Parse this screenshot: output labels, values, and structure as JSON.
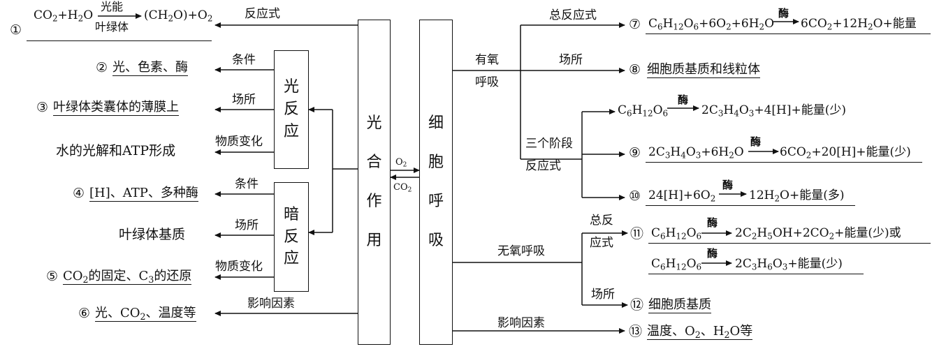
{
  "boxes": {
    "photosynthesis": [
      "光",
      "合",
      "作",
      "用"
    ],
    "respiration": [
      "细",
      "胞",
      "呼",
      "吸"
    ],
    "light_reaction": [
      "光",
      "反",
      "应"
    ],
    "dark_reaction": [
      "暗",
      "反",
      "应"
    ]
  },
  "gases": {
    "o2": "O2",
    "co2": "CO2"
  },
  "left": {
    "reaction_label": "反应式",
    "n1": "①",
    "eq1_left": "CO2+H2O",
    "eq1_over": "光能",
    "eq1_under": "叶绿体",
    "eq1_right": "(CH2O)+O2",
    "light": {
      "cond_label": "条件",
      "n2": "②",
      "cond": "光、色素、酶",
      "site_label": "场所",
      "n3": "③",
      "site": "叶绿体类囊体的薄膜上",
      "change_label": "物质变化",
      "change": "水的光解和ATP形成"
    },
    "dark": {
      "cond_label": "条件",
      "n4": "④",
      "cond": "[H]、ATP、多种酶",
      "site_label": "场所",
      "site": "叶绿体基质",
      "change_label": "物质变化",
      "n5": "⑤",
      "change": "CO2的固定、C3的还原"
    },
    "factor_label": "影响因素",
    "n6": "⑥",
    "factor": "光、CO2、温度等"
  },
  "right": {
    "aerobic_label_1": "有氧",
    "aerobic_label_2": "呼吸",
    "total_label": "总反应式",
    "n7": "⑦",
    "eq7_left": "C6H12O6+6O2+6H2O",
    "eq7_right": "6CO2+12H2O+能量",
    "enzyme": "酶",
    "site_label": "场所",
    "n8": "⑧",
    "site": "细胞质基质和线粒体",
    "stages_label_1": "三个阶段",
    "stages_label_2": "反应式",
    "stage1_left": "C6H12O6",
    "stage1_right": "2C3H4O3+4[H]+能量(少)",
    "n9": "⑨",
    "stage2_left": "2C3H4O3+6H2O",
    "stage2_right": "6CO2+20[H]+能量(少)",
    "n10": "⑩",
    "stage3_left": "24[H]+6O2",
    "stage3_right": "12H2O+能量(多)",
    "anaerobic_label": "无氧呼吸",
    "an_total_1": "总反",
    "an_total_2": "应式",
    "n11": "⑪",
    "an_eq1_left": "C6H12O6",
    "an_eq1_right": "2C2H5OH+2CO2+能量(少)或",
    "an_eq2_left": "C6H12O6",
    "an_eq2_right": "2C3H6O3+能量(少)",
    "an_site_label": "场所",
    "n12": "⑫",
    "an_site": "细胞质基质",
    "factor_label": "影响因素",
    "n13": "⑬",
    "factor": "温度、O2、H2O等"
  }
}
